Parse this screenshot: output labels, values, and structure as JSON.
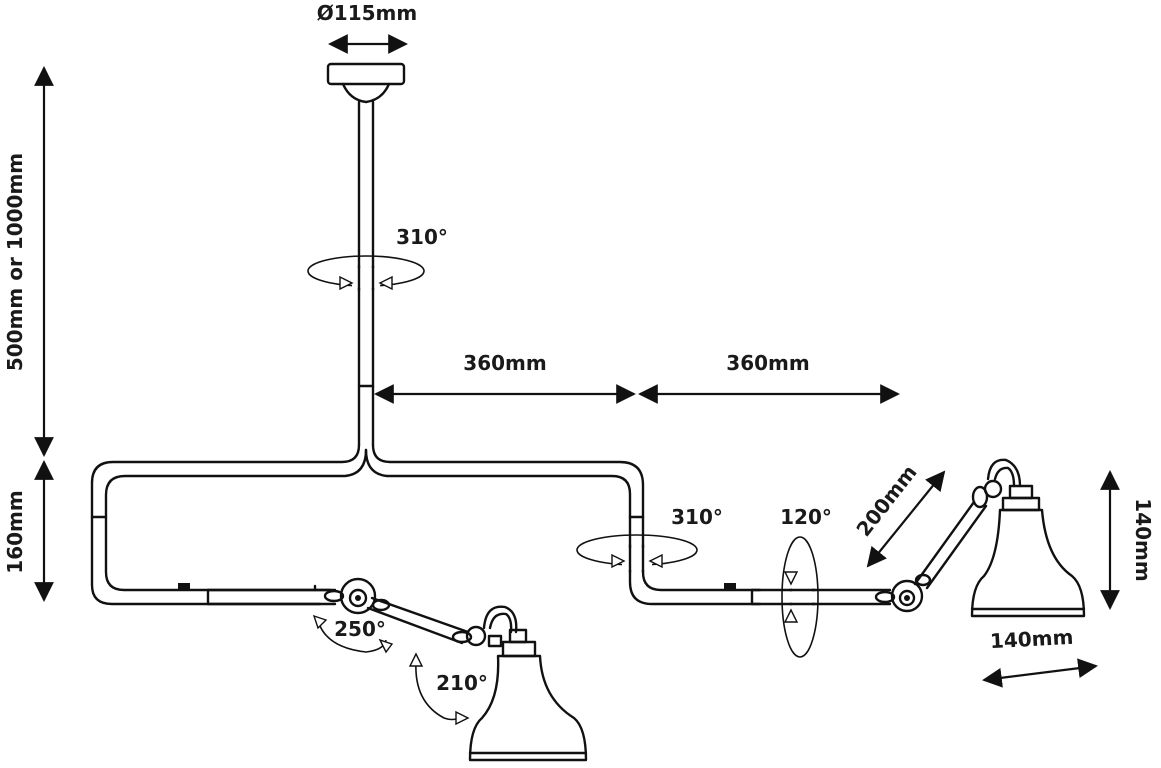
{
  "dimensions": {
    "canopy_diameter": "Ø115mm",
    "stem_height": "500mm or 1000mm",
    "frame_height": "160mm",
    "arm_reach_left": "360mm",
    "arm_reach_right": "360mm",
    "arm_length": "200mm",
    "shade_height": "140mm",
    "shade_diameter": "140mm"
  },
  "rotations": {
    "stem": "310°",
    "right_arm": "310°",
    "right_elbow": "120°",
    "left_elbow": "250°",
    "left_shade": "210°"
  }
}
